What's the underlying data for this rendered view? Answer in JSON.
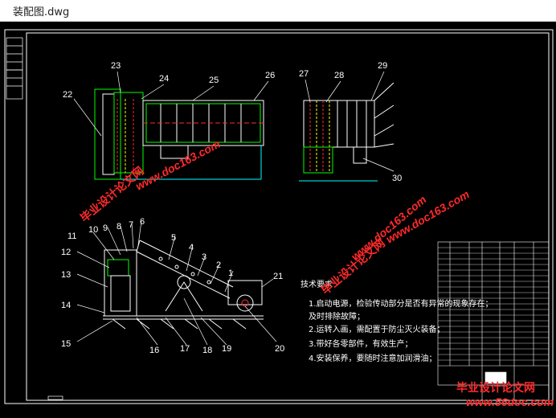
{
  "window": {
    "title": "装配图.dwg"
  },
  "colors": {
    "background": "#000000",
    "frame": "#ffffff",
    "part": "#00ff00",
    "red": "#ff2a2a",
    "yellow": "#ffff00",
    "cyan": "#00ffff"
  },
  "part_numbers": [
    "1",
    "2",
    "3",
    "4",
    "5",
    "6",
    "7",
    "8",
    "9",
    "10",
    "11",
    "12",
    "13",
    "14",
    "15",
    "16",
    "17",
    "18",
    "19",
    "20",
    "21",
    "22",
    "23",
    "24",
    "25",
    "26",
    "27",
    "28",
    "29",
    "30"
  ],
  "tech_requirements": {
    "title": "技术要求",
    "lines": [
      "1.启动电源，检验传动部分是否有异常的现象存在；",
      "及时排除故障；",
      "2.运转入画，需配置于防尘灭火装备；",
      "3.带好各零部件，有效生产；",
      "4.安装保养，要随时注意加润滑油；"
    ]
  },
  "watermarks": {
    "cn": "毕业设计论文网",
    "url_main": "www.doc163.com",
    "url_mid": "www.doc163.com",
    "url_right": "www.doc163.com",
    "bottom_cn": "毕业设计论文网",
    "bottom_url": "www.56doc.com"
  }
}
